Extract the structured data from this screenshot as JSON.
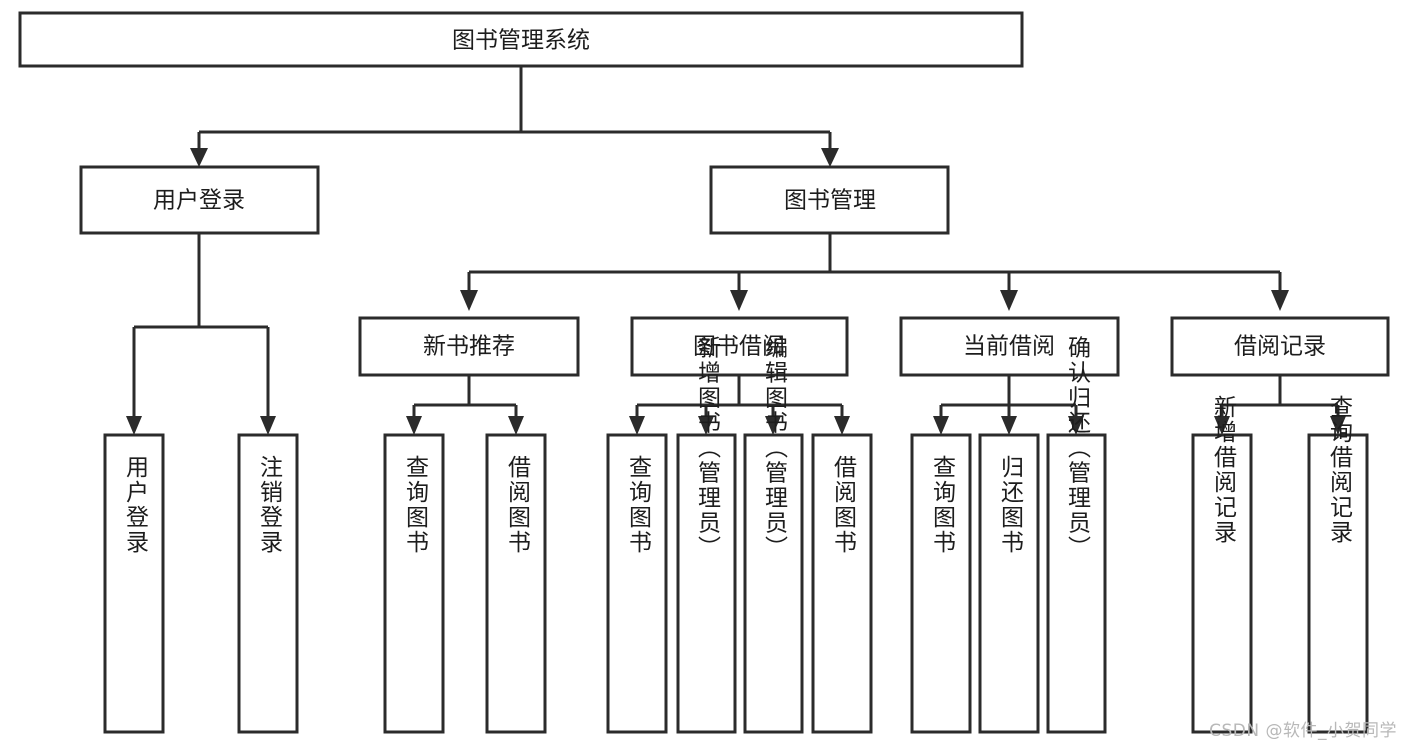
{
  "diagram": {
    "title": "图书管理系统",
    "watermark": "CSDN @软件_小贺同学",
    "colors": {
      "stroke": "#2b2b2b",
      "fill": "#ffffff",
      "text": "#1d1d1d",
      "watermark": "#b8b8b8",
      "background": "#ffffff"
    },
    "root": {
      "label": "图书管理系统"
    },
    "level2": [
      {
        "label": "用户登录"
      },
      {
        "label": "图书管理"
      }
    ],
    "level3": [
      {
        "label": "新书推荐"
      },
      {
        "label": "图书借阅"
      },
      {
        "label": "当前借阅"
      },
      {
        "label": "借阅记录"
      }
    ],
    "leaves": {
      "user_login": [
        {
          "label": "用户登录"
        },
        {
          "label": "注销登录"
        }
      ],
      "new_book": [
        {
          "label": "查询图书"
        },
        {
          "label": "借阅图书"
        }
      ],
      "book_borrow": [
        {
          "label": "查询图书"
        },
        {
          "label": "新增图书（管理员）"
        },
        {
          "label": "编辑图书（管理员）"
        },
        {
          "label": "借阅图书"
        }
      ],
      "current_borrow": [
        {
          "label": "查询图书"
        },
        {
          "label": "归还图书"
        },
        {
          "label": "确认归还（管理员）"
        }
      ],
      "borrow_record": [
        {
          "label": "新增借阅记录"
        },
        {
          "label": "查询借阅记录"
        }
      ]
    }
  },
  "chart_data": {
    "type": "diagram",
    "title": "图书管理系统",
    "layout": "top-down tree / functional structure chart",
    "levels": 4,
    "nodes": [
      {
        "id": "root",
        "label": "图书管理系统",
        "level": 0,
        "parent": null,
        "orientation": "horizontal"
      },
      {
        "id": "n-user-login",
        "label": "用户登录",
        "level": 1,
        "parent": "root",
        "orientation": "horizontal"
      },
      {
        "id": "n-book-mgmt",
        "label": "图书管理",
        "level": 1,
        "parent": "root",
        "orientation": "horizontal"
      },
      {
        "id": "n-new-book",
        "label": "新书推荐",
        "level": 2,
        "parent": "n-book-mgmt",
        "orientation": "horizontal"
      },
      {
        "id": "n-book-borrow",
        "label": "图书借阅",
        "level": 2,
        "parent": "n-book-mgmt",
        "orientation": "horizontal"
      },
      {
        "id": "n-current-borrow",
        "label": "当前借阅",
        "level": 2,
        "parent": "n-book-mgmt",
        "orientation": "horizontal"
      },
      {
        "id": "n-borrow-record",
        "label": "借阅记录",
        "level": 2,
        "parent": "n-book-mgmt",
        "orientation": "horizontal"
      },
      {
        "id": "l-user-login",
        "label": "用户登录",
        "level": 2,
        "parent": "n-user-login",
        "orientation": "vertical"
      },
      {
        "id": "l-user-logout",
        "label": "注销登录",
        "level": 2,
        "parent": "n-user-login",
        "orientation": "vertical"
      },
      {
        "id": "l-nb-query",
        "label": "查询图书",
        "level": 3,
        "parent": "n-new-book",
        "orientation": "vertical"
      },
      {
        "id": "l-nb-borrow",
        "label": "借阅图书",
        "level": 3,
        "parent": "n-new-book",
        "orientation": "vertical"
      },
      {
        "id": "l-bb-query",
        "label": "查询图书",
        "level": 3,
        "parent": "n-book-borrow",
        "orientation": "vertical"
      },
      {
        "id": "l-bb-add",
        "label": "新增图书（管理员）",
        "level": 3,
        "parent": "n-book-borrow",
        "orientation": "vertical"
      },
      {
        "id": "l-bb-edit",
        "label": "编辑图书（管理员）",
        "level": 3,
        "parent": "n-book-borrow",
        "orientation": "vertical"
      },
      {
        "id": "l-bb-borrow",
        "label": "借阅图书",
        "level": 3,
        "parent": "n-book-borrow",
        "orientation": "vertical"
      },
      {
        "id": "l-cb-query",
        "label": "查询图书",
        "level": 3,
        "parent": "n-current-borrow",
        "orientation": "vertical"
      },
      {
        "id": "l-cb-return",
        "label": "归还图书",
        "level": 3,
        "parent": "n-current-borrow",
        "orientation": "vertical"
      },
      {
        "id": "l-cb-confirm",
        "label": "确认归还（管理员）",
        "level": 3,
        "parent": "n-current-borrow",
        "orientation": "vertical"
      },
      {
        "id": "l-br-add",
        "label": "新增借阅记录",
        "level": 3,
        "parent": "n-borrow-record",
        "orientation": "vertical"
      },
      {
        "id": "l-br-query",
        "label": "查询借阅记录",
        "level": 3,
        "parent": "n-borrow-record",
        "orientation": "vertical"
      }
    ],
    "edges": [
      {
        "from": "root",
        "to": "n-user-login"
      },
      {
        "from": "root",
        "to": "n-book-mgmt"
      },
      {
        "from": "n-user-login",
        "to": "l-user-login"
      },
      {
        "from": "n-user-login",
        "to": "l-user-logout"
      },
      {
        "from": "n-book-mgmt",
        "to": "n-new-book"
      },
      {
        "from": "n-book-mgmt",
        "to": "n-book-borrow"
      },
      {
        "from": "n-book-mgmt",
        "to": "n-current-borrow"
      },
      {
        "from": "n-book-mgmt",
        "to": "n-borrow-record"
      },
      {
        "from": "n-new-book",
        "to": "l-nb-query"
      },
      {
        "from": "n-new-book",
        "to": "l-nb-borrow"
      },
      {
        "from": "n-book-borrow",
        "to": "l-bb-query"
      },
      {
        "from": "n-book-borrow",
        "to": "l-bb-add"
      },
      {
        "from": "n-book-borrow",
        "to": "l-bb-edit"
      },
      {
        "from": "n-book-borrow",
        "to": "l-bb-borrow"
      },
      {
        "from": "n-current-borrow",
        "to": "l-cb-query"
      },
      {
        "from": "n-current-borrow",
        "to": "l-cb-return"
      },
      {
        "from": "n-current-borrow",
        "to": "l-cb-confirm"
      },
      {
        "from": "n-borrow-record",
        "to": "l-br-add"
      },
      {
        "from": "n-borrow-record",
        "to": "l-br-query"
      }
    ]
  }
}
